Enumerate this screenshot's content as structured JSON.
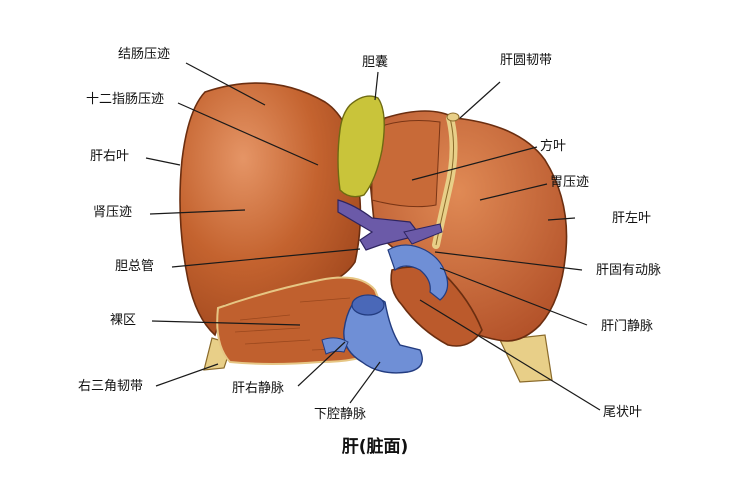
{
  "title": "肝(脏面)",
  "labels": {
    "colon_impression": "结肠压迹",
    "duodenal_impression": "十二指肠压迹",
    "right_lobe": "肝右叶",
    "renal_impression": "肾压迹",
    "common_bile_duct": "胆总管",
    "bare_area": "裸区",
    "right_triangular_ligament": "右三角韧带",
    "right_hepatic_vein": "肝右静脉",
    "inferior_vena_cava": "下腔静脉",
    "gallbladder": "胆囊",
    "round_ligament": "肝圆韧带",
    "quadrate_lobe": "方叶",
    "gastric_impression": "胃压迹",
    "left_lobe": "肝左叶",
    "hepatic_artery_proper": "肝固有动脉",
    "portal_vein": "肝门静脉",
    "caudate_lobe": "尾状叶"
  },
  "colors": {
    "liver": "#c4632f",
    "liver_highlight": "#e08a55",
    "liver_outline": "#6b2e10",
    "gallbladder": "#c9c43a",
    "vein": "#6f8fd6",
    "artery_duct": "#6b5aa8",
    "ligament": "#e8cf88"
  }
}
